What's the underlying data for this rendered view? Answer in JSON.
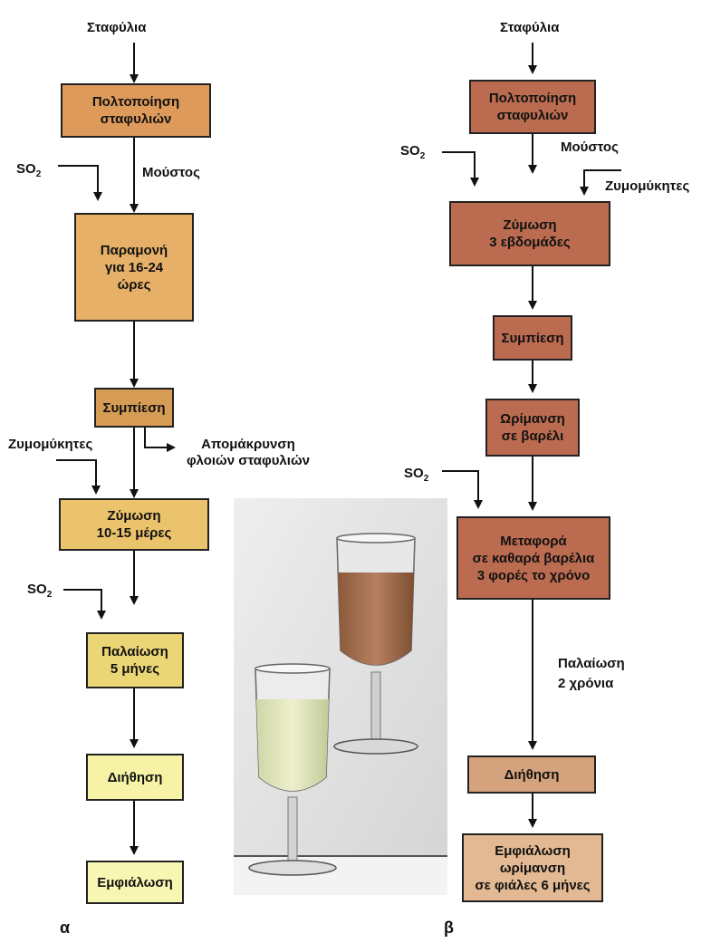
{
  "colors": {
    "a1": "#de9a5a",
    "a2": "#e6b068",
    "a3": "#d69c55",
    "a4": "#ebc36c",
    "a5": "#ebd676",
    "a6": "#f6f3a6",
    "a7": "#f7f6b2",
    "b_dark": "#bb6c50",
    "b_light": "#d5a27e",
    "b_lighter": "#e2b992"
  },
  "flow_a": {
    "start": "Σταφύλια",
    "crush": "Πολτοποίηση\nσταφυλιών",
    "must": "Μούστος",
    "so2_label": "SO",
    "so2_sub": "2",
    "stand": "Παραμονή\nγια 16-24\nώρες",
    "press": "Συμπίεση",
    "yeast": "Ζυμομύκητες",
    "remove": "Απομάκρυνση\nφλοιών σταφυλιών",
    "ferment": "Ζύμωση\n10-15 μέρες",
    "so2b_label": "SO",
    "so2b_sub": "2",
    "age": "Παλαίωση\n5 μήνες",
    "filter": "Διήθηση",
    "bottle": "Εμφιάλωση",
    "panel": "α"
  },
  "flow_b": {
    "start": "Σταφύλια",
    "crush": "Πολτοποίηση\nσταφυλιών",
    "must": "Μούστος",
    "so2_label": "SO",
    "so2_sub": "2",
    "yeast": "Ζυμομύκητες",
    "ferment": "Ζύμωση\n3 εβδομάδες",
    "press": "Συμπίεση",
    "mature": "Ωρίμανση\nσε βαρέλι",
    "so2b_label": "SO",
    "so2b_sub": "2",
    "transfer": "Μεταφορά\nσε καθαρά βαρέλια\n3 φορές το χρόνο",
    "age": "Παλαίωση\n2 χρόνια",
    "filter": "Διήθηση",
    "bottle": "Εμφιάλωση\nωρίμανση\nσε φιάλες 6 μήνες",
    "panel": "β"
  }
}
